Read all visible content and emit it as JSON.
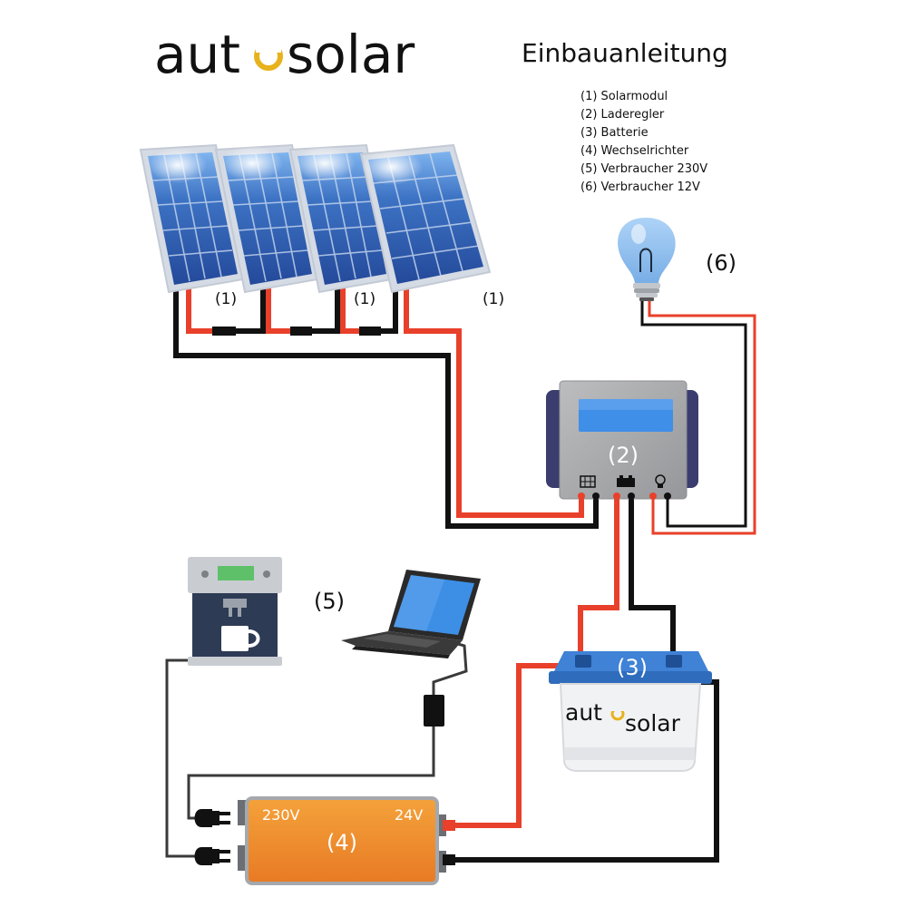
{
  "brand": {
    "logo_text_part1": "aut",
    "logo_text_part2": "solar",
    "battery_logo_part1": "aut",
    "battery_logo_part2": "solar",
    "accent_color": "#e8b21c"
  },
  "header": {
    "title": "Einbauanleitung"
  },
  "legend": {
    "items": [
      "(1) Solarmodul",
      "(2) Laderegler",
      "(3) Batterie",
      "(4) Wechselrichter",
      "(5) Verbraucher 230V",
      "(6) Verbraucher 12V"
    ]
  },
  "labels": {
    "panel_1a": "(1)",
    "panel_1b": "(1)",
    "panel_1c": "(1)",
    "controller": "(2)",
    "battery": "(3)",
    "inverter": "(4)",
    "consumers_230v": "(5)",
    "consumer_12v": "(6)",
    "inverter_ac": "230V",
    "inverter_dc": "24V"
  },
  "colors": {
    "wire_positive": "#e8402a",
    "wire_negative": "#111111",
    "ac_cable": "#3a3a3a",
    "inverter_body": "#ef8a2c",
    "controller_body": "#a9aaad",
    "controller_display": "#3f8ee8",
    "battery_lid": "#3f82d6",
    "panel_cell": "#3869b8"
  },
  "icons": {
    "solar_panels": "solar-panel-icon",
    "lightbulb": "lightbulb-icon",
    "laptop": "laptop-icon",
    "coffee_machine": "coffee-machine-icon",
    "plugs": "power-plug-icon"
  }
}
